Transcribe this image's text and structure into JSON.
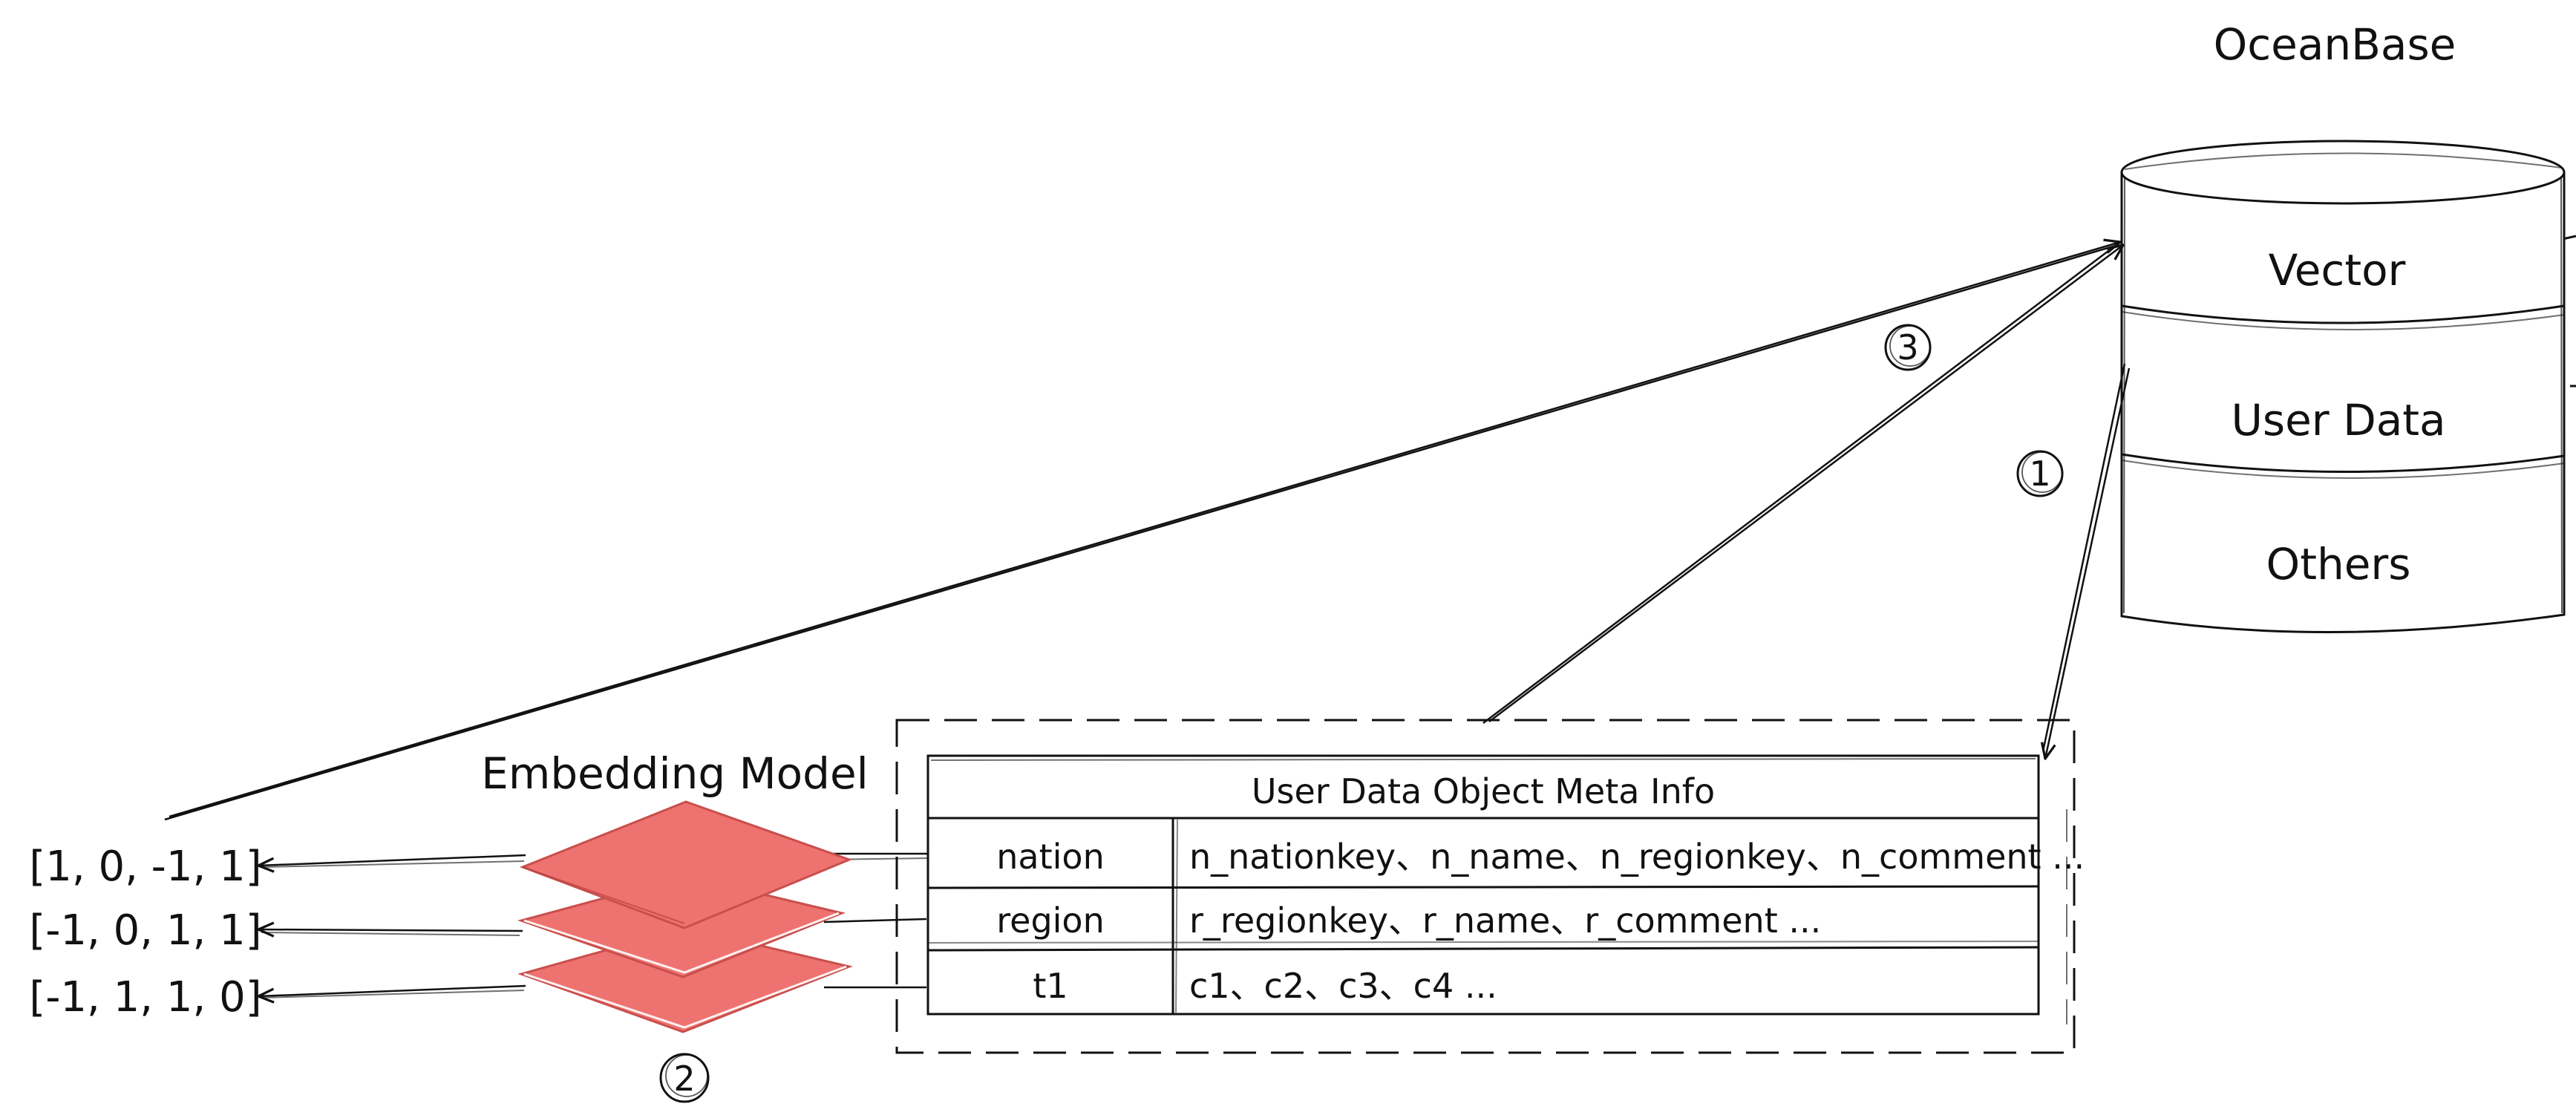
{
  "database": {
    "title": "OceanBase",
    "layers": [
      "Vector",
      "User Data",
      "Others"
    ]
  },
  "embedding_model": {
    "title": "Embedding Model",
    "color": "#ee7370"
  },
  "meta_table": {
    "title": "User Data Object Meta Info",
    "rows": [
      {
        "name": "nation",
        "columns": "n_nationkey、n_name、n_regionkey、n_comment ..."
      },
      {
        "name": "region",
        "columns": "r_regionkey、r_name、r_comment ..."
      },
      {
        "name": "t1",
        "columns": "c1、c2、c3、c4 ..."
      }
    ]
  },
  "vectors": [
    "[1, 0, -1, 1]",
    "[-1, 0, 1, 1]",
    "[-1, 1, 1, 0]"
  ],
  "steps": [
    "1",
    "2",
    "3"
  ]
}
